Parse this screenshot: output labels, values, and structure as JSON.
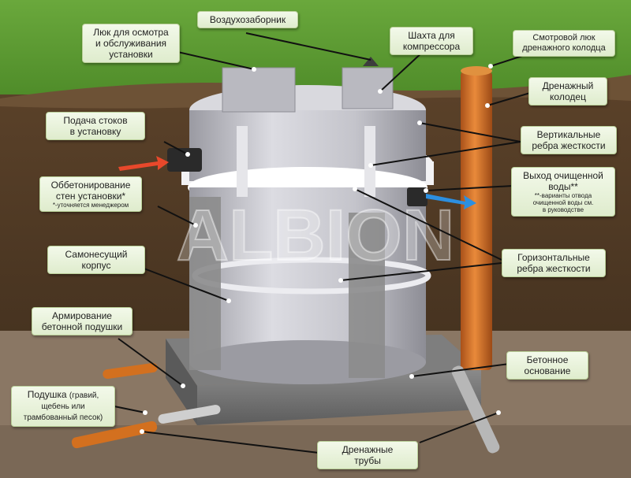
{
  "watermark": "ALBION",
  "labels": {
    "hatch": {
      "line1": "Люк для осмотра",
      "line2": "и обслуживания",
      "line3": "установки"
    },
    "air_intake": {
      "line1": "Воздухозаборник"
    },
    "compressor_shaft": {
      "line1": "Шахта для",
      "line2": "компрессора"
    },
    "drain_hatch": {
      "line1": "Смотровой люк",
      "line2": "дренажного колодца"
    },
    "drain_well": {
      "line1": "Дренажный",
      "line2": "колодец"
    },
    "inflow": {
      "line1": "Подача стоков",
      "line2": "в установку"
    },
    "vertical_ribs": {
      "line1": "Вертикальные",
      "line2": "ребра жесткости"
    },
    "concreting": {
      "line1": "Оббетонирование",
      "line2": "стен установки*",
      "note": "*-уточняется менеджером"
    },
    "outflow": {
      "line1": "Выход очищенной",
      "line2": "воды**",
      "note1": "**-варианты отвода",
      "note2": "очищенной воды см.",
      "note3": "в руководстве"
    },
    "body": {
      "line1": "Самонесущий",
      "line2": "корпус"
    },
    "horizontal_ribs": {
      "line1": "Горизонтальные",
      "line2": "ребра жесткости"
    },
    "reinforcement": {
      "line1": "Армирование",
      "line2": "бетонной подушки"
    },
    "concrete_base": {
      "line1": "Бетонное",
      "line2": "основание"
    },
    "cushion": {
      "main": "Подушка",
      "paren1": "(гравий,",
      "line2": "щебень или",
      "line3": "трамбованный песок)"
    },
    "drain_pipes": {
      "line1": "Дренажные",
      "line2": "трубы"
    }
  },
  "colors": {
    "grass": "#5f9d35",
    "soil": "#4a3521",
    "gravel": "#8a7764",
    "concrete": "#737373",
    "tank": "#c8c8ce",
    "drain_pipe": "#d3701f",
    "label_bg": "#e8f2da",
    "leader": "#111111",
    "inflow_arrow": "#e8482b",
    "outflow_arrow": "#2c8fe0"
  }
}
